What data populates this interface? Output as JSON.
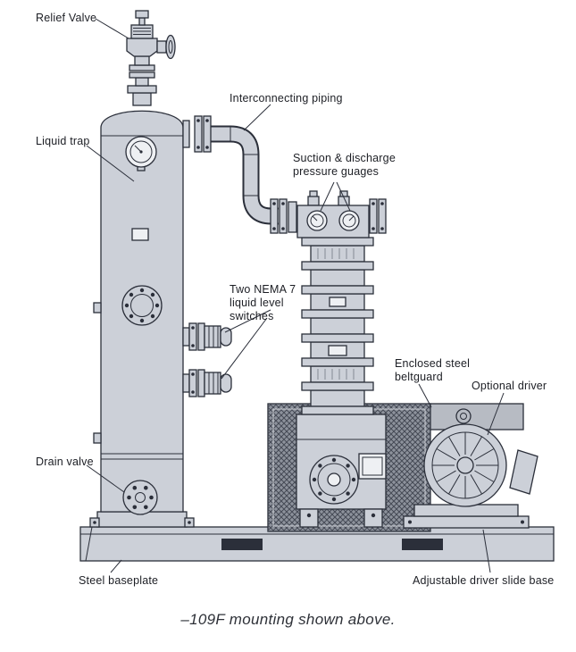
{
  "diagram": {
    "caption": "–109F mounting shown above.",
    "labels": {
      "relief_valve": "Relief Valve",
      "liquid_trap": "Liquid trap",
      "interconnecting_piping": "Interconnecting piping",
      "pressure_gauges": [
        "Suction & discharge",
        "pressure guages"
      ],
      "nema_switches": [
        "Two NEMA 7",
        "liquid level",
        "switches"
      ],
      "beltguard": [
        "Enclosed steel",
        "beltguard"
      ],
      "optional_driver": "Optional driver",
      "drain_valve": "Drain valve",
      "steel_baseplate": "Steel baseplate",
      "slide_base": "Adjustable driver slide base"
    },
    "colors": {
      "line": "#2b2f3a",
      "fill_light": "#ccd0d8",
      "fill_mid": "#b7bbc3",
      "fill_dark": "#8d929c",
      "mesh_line": "#454a55",
      "label_text": "#1c1e24",
      "background": "#ffffff"
    }
  }
}
